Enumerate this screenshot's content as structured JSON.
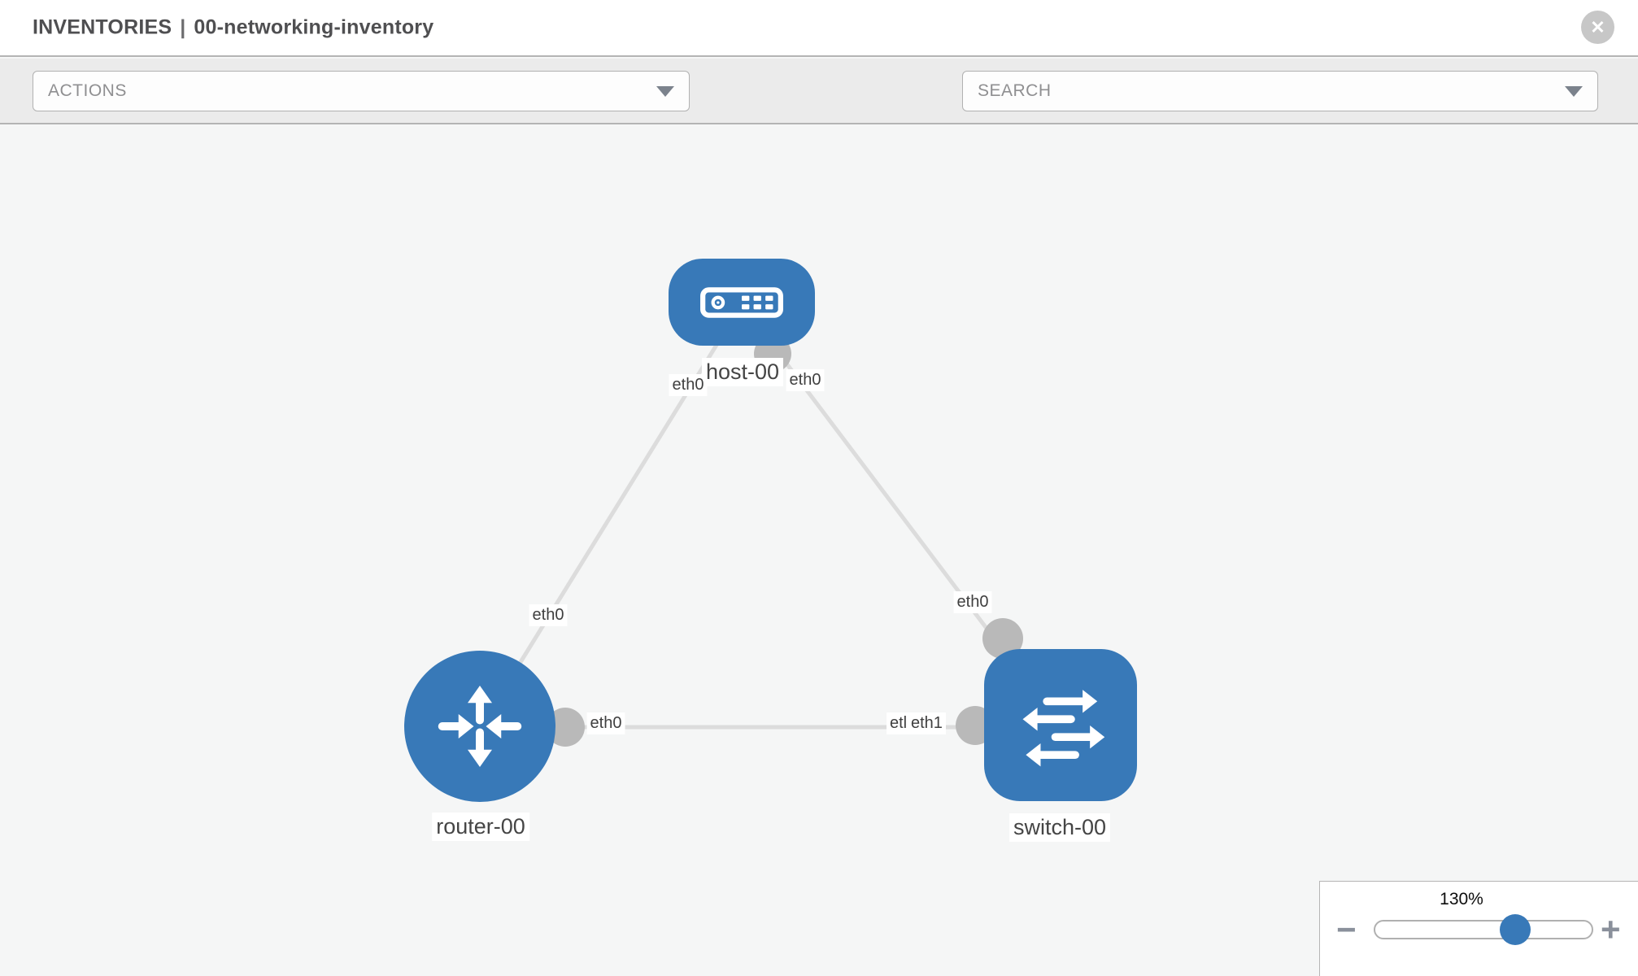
{
  "header": {
    "section": "INVENTORIES",
    "separator": "|",
    "inventory_name": "00-networking-inventory"
  },
  "toolbar": {
    "actions_label": "ACTIONS",
    "search_placeholder": "SEARCH",
    "icons": [
      "wrench-icon",
      "key-icon"
    ]
  },
  "topology": {
    "nodes": [
      {
        "label": "host-00",
        "type": "host"
      },
      {
        "label": "router-00",
        "type": "router"
      },
      {
        "label": "switch-00",
        "type": "switch"
      }
    ],
    "links": [
      {
        "from": "host-00",
        "to": "router-00",
        "from_interface": "eth0",
        "to_interface": "eth0"
      },
      {
        "from": "host-00",
        "to": "switch-00",
        "from_interface": "eth0",
        "to_interface": "eth0"
      },
      {
        "from": "router-00",
        "to": "switch-00",
        "from_interface": "eth0",
        "to_interface": "eth1",
        "to_interface_occluded": "etl"
      }
    ]
  },
  "zoom": {
    "level": "130%",
    "minus": "−",
    "plus": "+",
    "slider_position_percent": 66
  },
  "colors": {
    "node_blue": "#3879b8",
    "link_gray": "#dcdcdc",
    "interface_gray": "#b9b9b9",
    "toolbar_icon_gray": "#868d96",
    "close_button_gray": "#c7c7c7"
  }
}
